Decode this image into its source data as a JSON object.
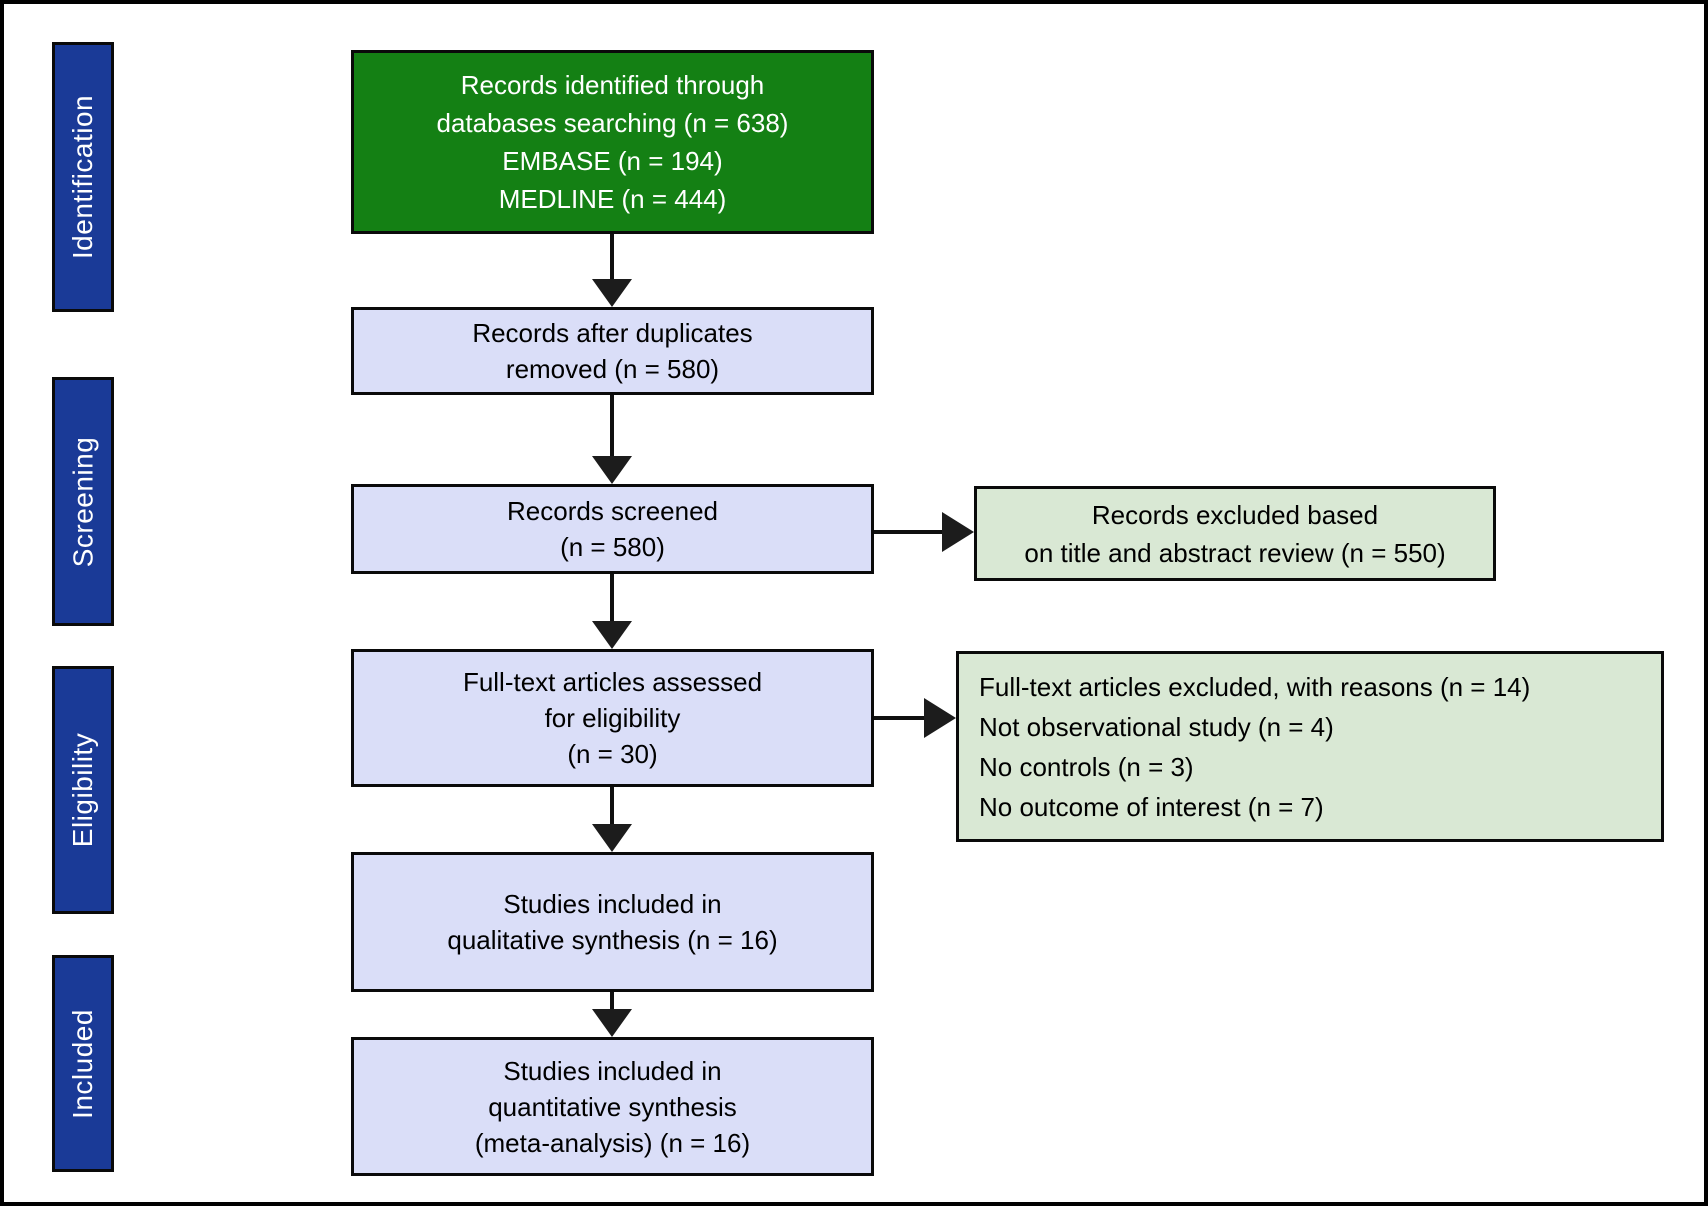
{
  "diagram": {
    "type": "prisma-flow-diagram",
    "stages": [
      {
        "label": "Identification"
      },
      {
        "label": "Screening"
      },
      {
        "label": "Eligibility"
      },
      {
        "label": "Included"
      }
    ],
    "boxes": {
      "identified": {
        "lines": [
          "Records identified through",
          "databases searching (n = 638)",
          "EMBASE (n = 194)",
          "MEDLINE (n = 444)"
        ]
      },
      "deduped": {
        "lines": [
          "Records after duplicates",
          "removed (n = 580)"
        ]
      },
      "screened": {
        "lines": [
          "Records screened",
          "(n = 580)"
        ]
      },
      "excluded_screening": {
        "lines": [
          "Records excluded based",
          "on title and abstract review (n = 550)"
        ]
      },
      "fulltext": {
        "lines": [
          "Full-text articles assessed",
          "for eligibility",
          "(n = 30)"
        ]
      },
      "excluded_fulltext": {
        "lines": [
          "Full-text articles excluded, with reasons (n = 14)",
          "Not observational study (n = 4)",
          "No controls (n = 3)",
          "No outcome of interest (n = 7)"
        ]
      },
      "qualitative": {
        "lines": [
          "Studies included in",
          "qualitative synthesis (n = 16)"
        ]
      },
      "quantitative": {
        "lines": [
          "Studies included in",
          "quantitative synthesis",
          "(meta-analysis) (n = 16)"
        ]
      }
    },
    "counts": {
      "identified_total": 638,
      "embase": 194,
      "medline": 444,
      "after_duplicates": 580,
      "screened": 580,
      "excluded_title_abstract": 550,
      "fulltext_assessed": 30,
      "fulltext_excluded": 14,
      "not_observational": 4,
      "no_controls": 3,
      "no_outcome": 7,
      "qualitative_synthesis": 16,
      "quantitative_synthesis": 16
    },
    "colors": {
      "identified_box_green": "#148014",
      "flow_box_lavender": "#dadef8",
      "exclusion_box_light_green": "#d9e8d4",
      "stage_box_navy": "#1a3a97",
      "border_black": "#000000",
      "text_white": "#ffffff",
      "text_black": "#000000"
    }
  }
}
